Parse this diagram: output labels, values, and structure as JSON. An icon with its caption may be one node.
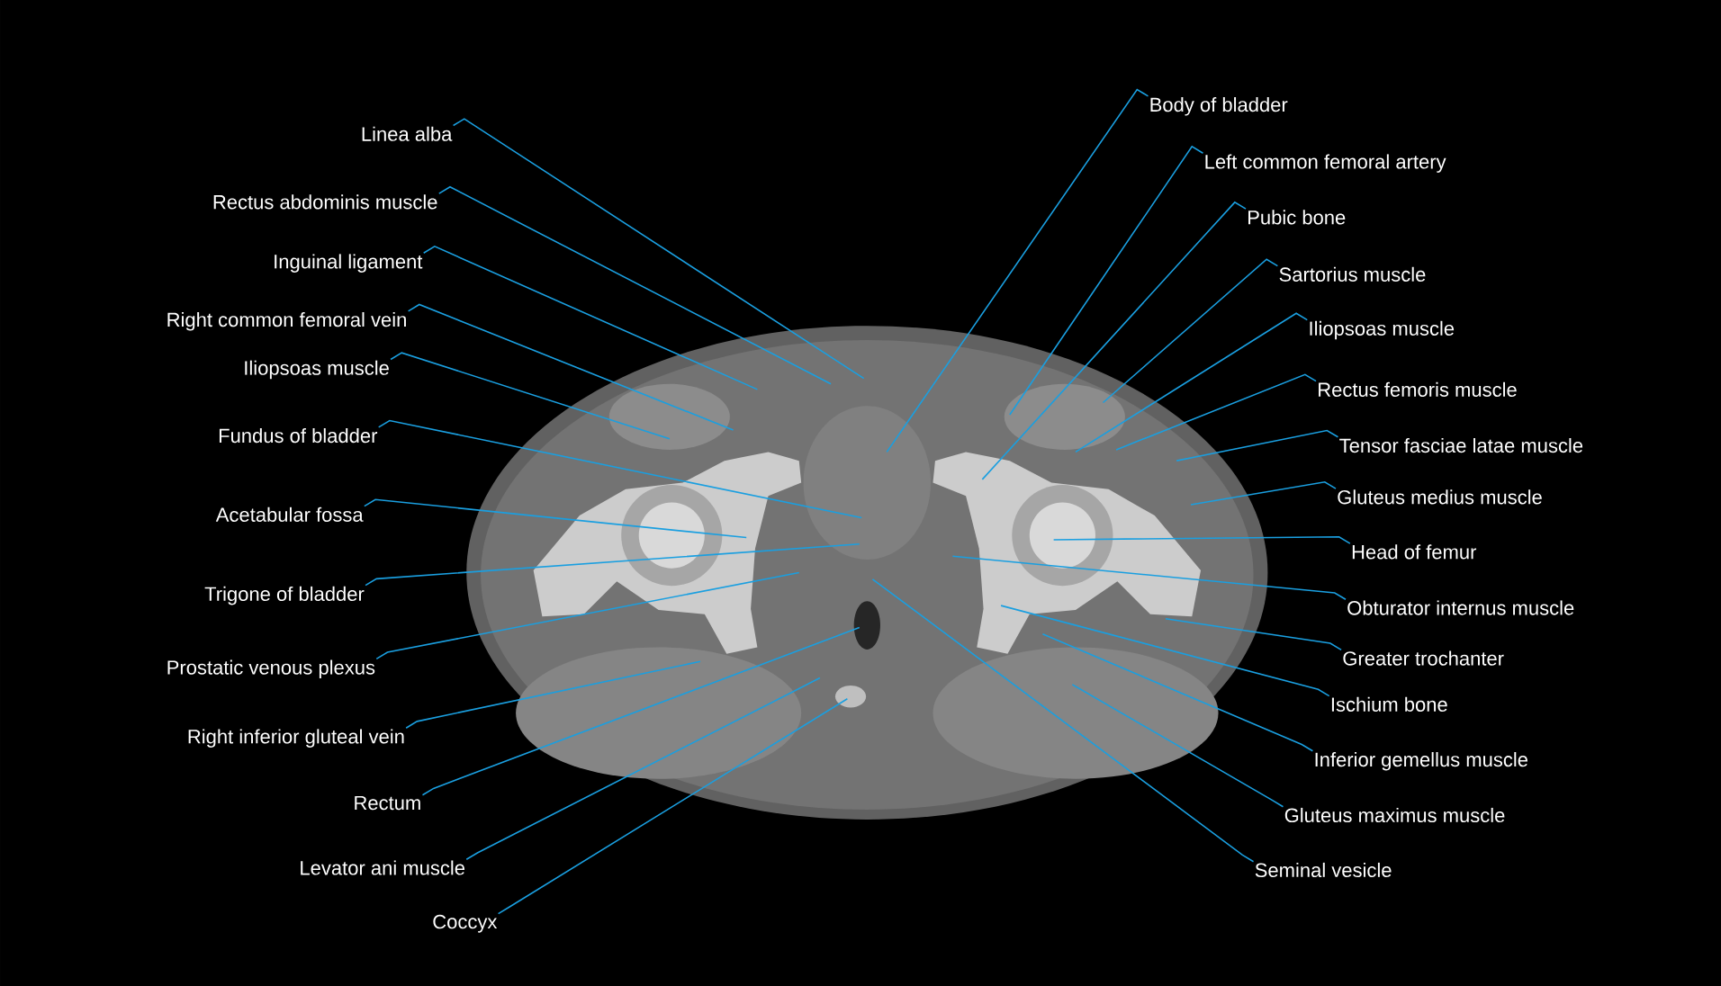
{
  "diagram": {
    "nodes": [
      {
        "text": [
          "Linea alba"
        ]
      },
      {
        "text": [
          "Rectus abdominis muscle"
        ]
      },
      {
        "text": [
          "Inguinal ligament"
        ]
      },
      {
        "text": [
          "Right common femoral vein"
        ]
      },
      {
        "text": [
          "Iliopsoas muscle"
        ]
      },
      {
        "text": [
          "Fundus of bladder"
        ]
      },
      {
        "text": [
          "Acetabular fossa"
        ]
      },
      {
        "text": [
          "Trigone of bladder"
        ]
      },
      {
        "text": [
          "Prostatic venous plexus"
        ]
      },
      {
        "text": [
          "Right inferior gluteal vein"
        ]
      },
      {
        "text": [
          "Rectum"
        ]
      },
      {
        "text": [
          "Levator ani muscle"
        ]
      },
      {
        "text": [
          "Coccyx"
        ]
      },
      {
        "text": [
          "Body of bladder"
        ]
      },
      {
        "text": [
          "Left common femoral artery"
        ]
      },
      {
        "text": [
          "Pubic bone"
        ]
      },
      {
        "text": [
          "Sartorius muscle"
        ]
      },
      {
        "text": [
          "Iliopsoas muscle"
        ]
      },
      {
        "text": [
          "Rectus femoris muscle"
        ]
      },
      {
        "text": [
          "Tensor fasciae latae muscle"
        ]
      },
      {
        "text": [
          "Gluteus medius muscle"
        ]
      },
      {
        "text": [
          "Head of femur"
        ]
      },
      {
        "text": [
          "Obturator internus muscle"
        ]
      },
      {
        "text": [
          "Greater trochanter"
        ]
      },
      {
        "text": [
          "Ischium bone"
        ]
      },
      {
        "text": [
          "Inferior gemellus muscle"
        ]
      },
      {
        "text": [
          "Gluteus maximus muscle"
        ]
      },
      {
        "text": [
          "Seminal vesicle"
        ]
      }
    ],
    "edges": [
      {
        "from": 0,
        "to": null,
        "arrow": "none"
      },
      {
        "from": 1,
        "to": null,
        "arrow": "none"
      },
      {
        "from": 2,
        "to": null,
        "arrow": "none"
      },
      {
        "from": 3,
        "to": null,
        "arrow": "none"
      },
      {
        "from": 4,
        "to": null,
        "arrow": "none"
      },
      {
        "from": 5,
        "to": null,
        "arrow": "none"
      },
      {
        "from": 6,
        "to": null,
        "arrow": "none"
      },
      {
        "from": 7,
        "to": null,
        "arrow": "none"
      },
      {
        "from": 8,
        "to": null,
        "arrow": "none"
      },
      {
        "from": 9,
        "to": null,
        "arrow": "none"
      },
      {
        "from": 10,
        "to": null,
        "arrow": "none"
      },
      {
        "from": 11,
        "to": null,
        "arrow": "none"
      },
      {
        "from": 12,
        "to": null,
        "arrow": "none"
      },
      {
        "from": 13,
        "to": null,
        "arrow": "none"
      },
      {
        "from": 14,
        "to": null,
        "arrow": "none"
      },
      {
        "from": 15,
        "to": null,
        "arrow": "none"
      },
      {
        "from": 16,
        "to": null,
        "arrow": "none"
      },
      {
        "from": 17,
        "to": null,
        "arrow": "none"
      },
      {
        "from": 18,
        "to": null,
        "arrow": "none"
      },
      {
        "from": 19,
        "to": null,
        "arrow": "none"
      },
      {
        "from": 20,
        "to": null,
        "arrow": "none"
      },
      {
        "from": 21,
        "to": null,
        "arrow": "none"
      },
      {
        "from": 22,
        "to": null,
        "arrow": "none"
      },
      {
        "from": 23,
        "to": null,
        "arrow": "none"
      },
      {
        "from": 24,
        "to": null,
        "arrow": "none"
      },
      {
        "from": 25,
        "to": null,
        "arrow": "none"
      },
      {
        "from": 26,
        "to": null,
        "arrow": "none"
      },
      {
        "from": 27,
        "to": null,
        "arrow": "none"
      }
    ]
  }
}
